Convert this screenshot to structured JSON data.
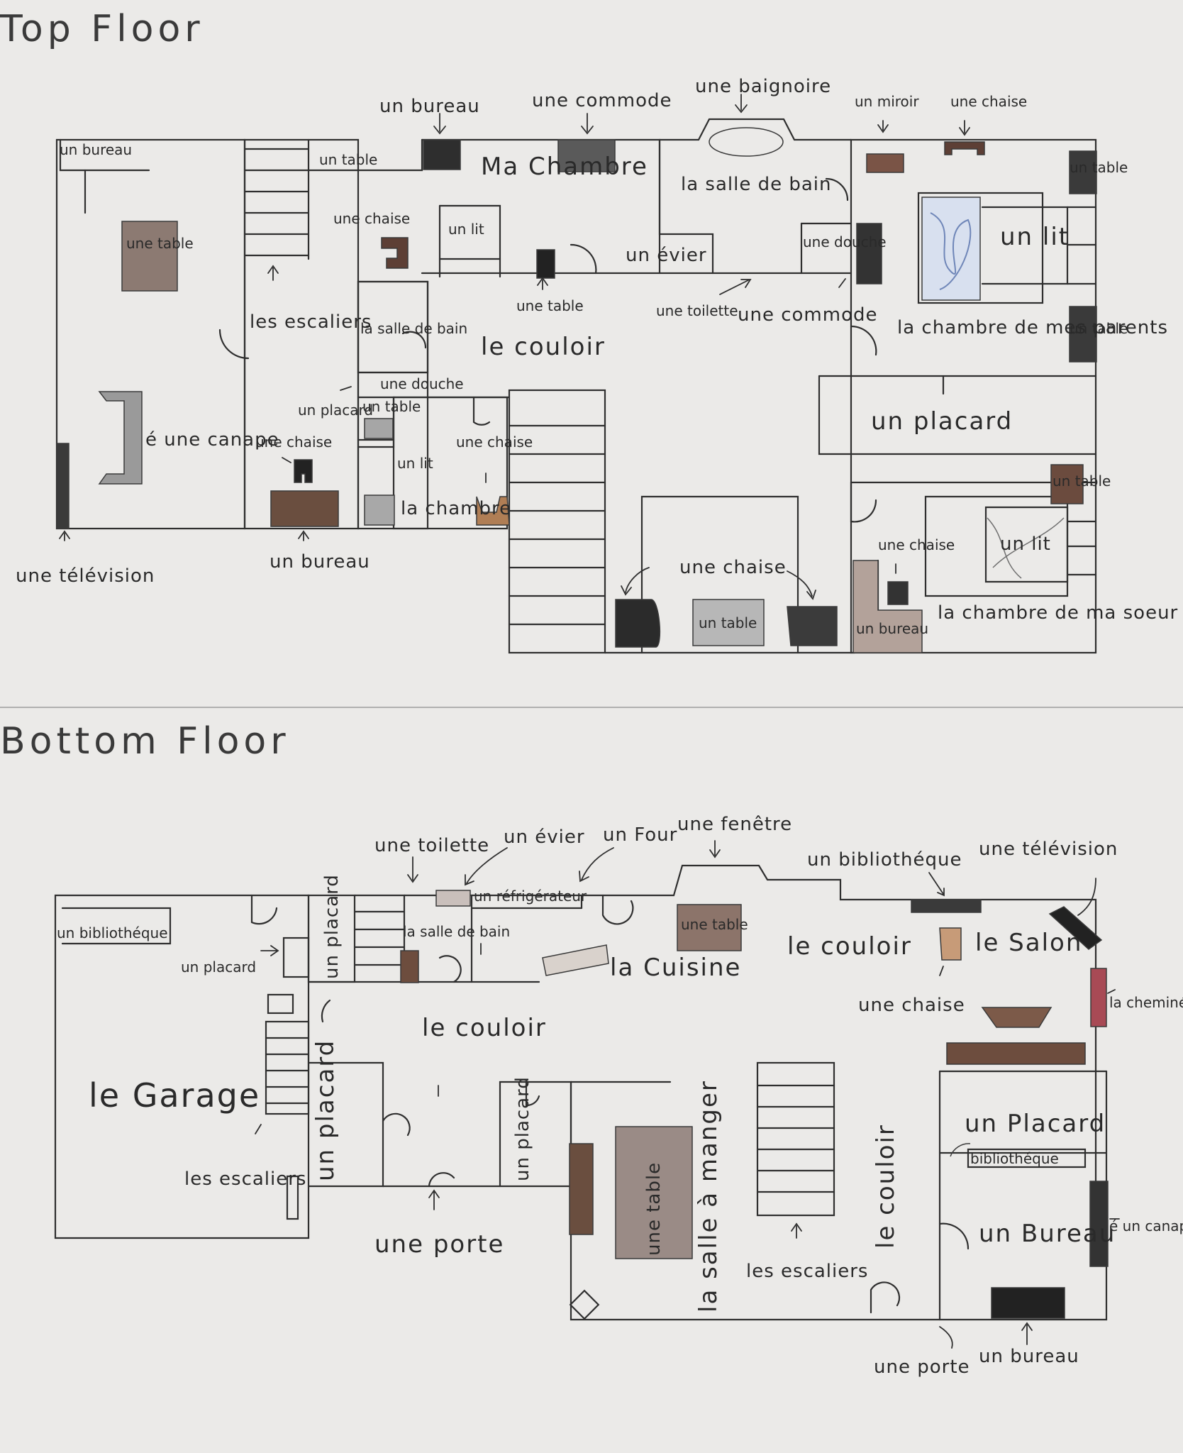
{
  "floors": {
    "top_title": "Top Floor",
    "bottom_title": "Bottom Floor"
  },
  "top": {
    "un_bureau_corner": "un bureau",
    "une_table_living": "une table",
    "une_canape": "é une canape",
    "une_television": "une télévision",
    "un_table_stairs": "un table",
    "une_chaise_stairs": "une chaise",
    "les_escaliers": "les escaliers",
    "un_placard": "un placard",
    "une_chaise_small": "une chaise",
    "un_bureau_bottom": "un bureau",
    "un_bureau_top": "un bureau",
    "une_commode": "une commode",
    "ma_chambre": "Ma Chambre",
    "un_lit_ma": "un lit",
    "une_table_ma": "une table",
    "la_salle_de_bain_small": "la salle de bain",
    "une_douche_small": "une douche",
    "un_table_small": "un table",
    "la_chambre_small": "la chambre",
    "un_lit_small": "un lit",
    "une_chaise_chambre": "une chaise",
    "le_couloir": "le couloir",
    "une_baignoire": "une baignoire",
    "la_salle_de_bain": "la salle de bain",
    "un_evier": "un évier",
    "une_douche": "une douche",
    "une_toilette": "une toilette",
    "une_commode_2": "une commode",
    "un_miroir": "un miroir",
    "une_chaise_parents": "une chaise",
    "un_lit_parents": "un lit",
    "la_chambre_parents": "la chambre de mes parents",
    "un_placard_right": "un placard",
    "un_table_soeur": "un table",
    "un_lit_soeur": "un lit",
    "une_chaise_soeur": "une chaise",
    "un_bureau_soeur": "un bureau",
    "la_chambre_soeur": "la chambre de ma soeur",
    "une_chaise_mid": "une chaise",
    "un_table_mid": "un table",
    "un_table_right_a": "un table",
    "un_table_right_b": "un table"
  },
  "bottom": {
    "un_bibliotheque_garage": "un bibliothéque",
    "un_placard_garage": "un placard",
    "un_placard_vertical": "un placard",
    "le_garage": "le Garage",
    "les_escaliers_left": "les escaliers",
    "un_placard_lower": "un placard",
    "une_porte": "une porte",
    "un_placard_lower2": "un placard",
    "une_toilette": "une toilette",
    "la_salle_de_bain": "la salle de bain",
    "un_evier": "un évier",
    "un_refrigerateur": "un réfrigérateur",
    "un_four": "un Four",
    "une_fenetre": "une fenêtre",
    "une_table_kitchen": "une table",
    "la_cuisine": "la Cuisine",
    "le_couloir_main": "le couloir",
    "le_couloir_right": "le couloir",
    "un_bibliotheque_top": "un bibliothéque",
    "une_television": "une télévision",
    "une_chaise": "une chaise",
    "le_salon": "le Salon",
    "la_cheminee": "la cheminée",
    "un_placard_right": "un Placard",
    "bibliotheque_small": "bibliothéque",
    "un_bureau_room": "un Bureau",
    "une_canape": "é un canape",
    "une_porte_right": "une porte",
    "un_bureau_bottom": "un bureau",
    "une_table_dining": "une table",
    "la_salle_a_manger": "la salle à manger",
    "les_escaliers_mid": "les escaliers",
    "le_couloir_vertical": "le couloir"
  },
  "colors": {
    "pencil": "#2f2f2f",
    "brown": "#7b5e4f",
    "dark": "#2b2b2b",
    "gray": "#8d8d8d",
    "red": "#a84a55",
    "blue": "#6f86b8"
  }
}
